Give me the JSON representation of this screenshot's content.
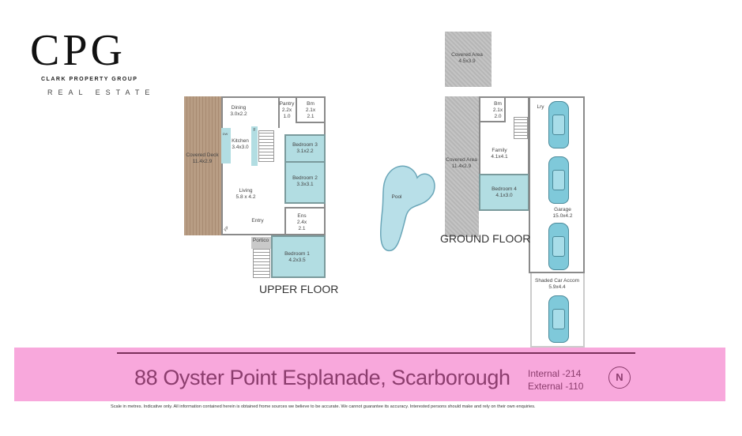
{
  "logo": {
    "letters": "CPG",
    "name": "CLARK PROPERTY GROUP",
    "tagline": "REAL ESTATE"
  },
  "upper_floor": {
    "title": "UPPER FLOOR",
    "rooms": [
      {
        "name": "Covered Deck",
        "size": "11.4x2.9"
      },
      {
        "name": "Dining",
        "size": "3.0x2.2"
      },
      {
        "name": "Pantry",
        "size": "2.2x 1.0"
      },
      {
        "name": "Bm",
        "size": "2.1x 2.1"
      },
      {
        "name": "Kitchen",
        "size": "3.4x3.0"
      },
      {
        "name": "Bedroom 3",
        "size": "3.1x2.2"
      },
      {
        "name": "Bedroom 2",
        "size": "3.3x3.1"
      },
      {
        "name": "Living",
        "size": "5.8 x 4.2"
      },
      {
        "name": "Ens",
        "size": "2.4x 2.1"
      },
      {
        "name": "Entry",
        "size": ""
      },
      {
        "name": "Portico",
        "size": ""
      },
      {
        "name": "Bedroom 1",
        "size": "4.2x3.5"
      }
    ],
    "marks": {
      "fridge": "F",
      "dishwasher": "DW",
      "fireplace": "FP"
    }
  },
  "ground_floor": {
    "title": "GROUND FLOOR",
    "rooms": [
      {
        "name": "Covered Area",
        "size": "4.5x3.9"
      },
      {
        "name": "Covered Area",
        "size": "11.4x2.9"
      },
      {
        "name": "Bm",
        "size": "2.1x 2.0"
      },
      {
        "name": "Lry",
        "size": ""
      },
      {
        "name": "Family",
        "size": "4.1x4.1"
      },
      {
        "name": "Bedroom 4",
        "size": "4.1x3.0"
      },
      {
        "name": "Garage",
        "size": "15.0x4.2"
      },
      {
        "name": "Shaded Car Accom",
        "size": "5.9x4.4"
      },
      {
        "name": "Pool",
        "size": ""
      }
    ]
  },
  "footer": {
    "address": "88 Oyster Point Esplanade, Scarborough",
    "internal": "Internal -214",
    "external": "External -110",
    "compass": "N",
    "disclaimer": "Scale in metres. Indicative only. All information contained herein is obtained frome sources we believe to be accurate. We cannot guarantee its accuracy. Interested persons should make and rely on their own enquiries."
  },
  "colors": {
    "band": "#f8a8dc",
    "address": "#8c3d6e",
    "room_teal": "#b2dde2",
    "deck": "#b89d84"
  }
}
